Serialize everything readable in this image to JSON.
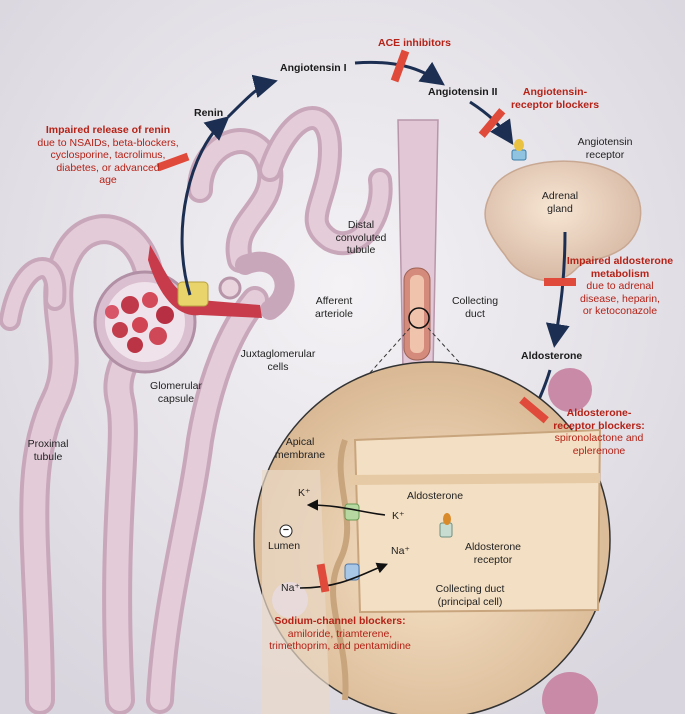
{
  "pathway": {
    "renin": "Renin",
    "angiotensin1": "Angiotensin I",
    "angiotensin2": "Angiotensin II",
    "aldosterone": "Aldosterone"
  },
  "inhibitors": {
    "renin_release_title": "Impaired release of renin",
    "renin_release_body": [
      "due to NSAIDs, beta-blockers,",
      "cyclosporine, tacrolimus,",
      "diabetes, or advanced",
      "age"
    ],
    "ace_title": "ACE inhibitors",
    "arb_title": [
      "Angiotensin-",
      "receptor blockers"
    ],
    "aldo_metab_title": [
      "Impaired aldosterone",
      "metabolism"
    ],
    "aldo_metab_body": [
      "due to adrenal",
      "disease, heparin,",
      "or ketoconazole"
    ],
    "aldo_receptor_title": [
      "Aldosterone-",
      "receptor blockers:"
    ],
    "aldo_receptor_body": [
      "spironolactone and",
      "eplerenone"
    ],
    "sodium_channel_title": "Sodium-channel blockers:",
    "sodium_channel_body": [
      "amiloride, triamterene,",
      "trimethoprim, and pentamidine"
    ]
  },
  "anatomy": {
    "angiotensin_receptor": [
      "Angiotensin",
      "receptor"
    ],
    "adrenal_gland": [
      "Adrenal",
      "gland"
    ],
    "distal_tubule": [
      "Distal",
      "convoluted",
      "tubule"
    ],
    "collecting_duct": [
      "Collecting",
      "duct"
    ],
    "afferent_arteriole": [
      "Afferent",
      "arteriole"
    ],
    "juxtaglomerular": [
      "Juxtaglomerular",
      "cells"
    ],
    "glomerular_capsule": [
      "Glomerular",
      "capsule"
    ],
    "proximal_tubule": [
      "Proximal",
      "tubule"
    ]
  },
  "inset": {
    "apical_membrane": [
      "Apical",
      "membrane"
    ],
    "k_plus_left": "K⁺",
    "k_plus_right": "K⁺",
    "lumen": "Lumen",
    "lumen_sign": "−",
    "na_plus_left": "Na⁺",
    "na_plus_right": "Na⁺",
    "aldosterone": "Aldosterone",
    "aldosterone_receptor": [
      "Aldosterone",
      "receptor"
    ],
    "principal_cell": [
      "Collecting duct",
      "(principal cell)"
    ]
  },
  "colors": {
    "block_bar": "#e04a3a",
    "arrow": "#1c2f52",
    "tubule": "#d7b9c9",
    "cell": "#f0d8b8"
  }
}
